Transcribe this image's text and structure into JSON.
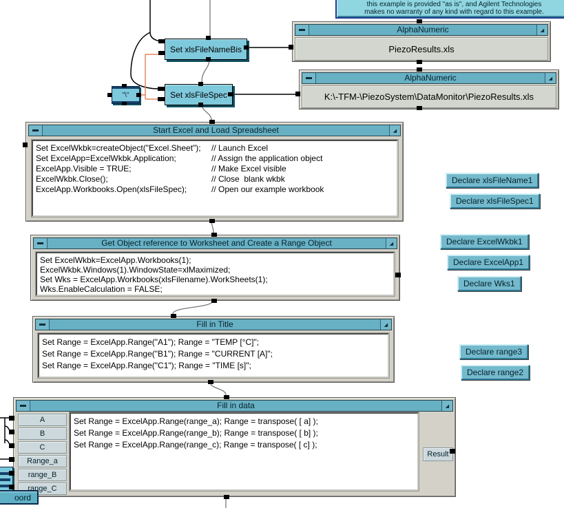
{
  "disclaimer": {
    "line1": "this example is provided \"as is\", and Agilent Technologies",
    "line2": "makes no warranty of any kind with regard to this example."
  },
  "constants": {
    "backslash_label": "\"\\\""
  },
  "formula_blocks": {
    "set_xls_filename_bis": "Set xlsFileNameBis",
    "set_xls_filespec": "Set xlsFileSpec"
  },
  "alphanumeric_filename": {
    "title": "AlphaNumeric",
    "value": "PiezoResults.xls"
  },
  "alphanumeric_filespec": {
    "title": "AlphaNumeric",
    "value": "K:\\-TFM-\\PiezoSystem\\DataMonitor\\PiezoResults.xls"
  },
  "start_excel": {
    "title": "Start Excel and Load Spreadsheet",
    "lines": [
      {
        "code": "Set ExcelWkbk=createObject(\"Excel.Sheet\");",
        "comment": "// Launch Excel"
      },
      {
        "code": "Set ExcelApp=ExcelWkbk.Application;",
        "comment": "// Assign the application object"
      },
      {
        "code": "ExcelApp.Visible = TRUE;",
        "comment": "// Make Excel visible"
      },
      {
        "code": "ExcelWkbk.Close();",
        "comment": "// Close  blank wkbk"
      },
      {
        "code": "ExcelApp.Workbooks.Open(xlsFileSpec);",
        "comment": "// Open our example workbook"
      }
    ]
  },
  "get_object": {
    "title": "Get Object reference to Worksheet and Create a Range Object",
    "lines": [
      "Set ExcelWkbk=ExcelApp.Workbooks(1);",
      "ExcelWkbk.Windows(1).WindowState=xlMaximized;",
      "Set Wks = ExcelApp.Workbooks(xlsFilename).WorkSheets(1);",
      "Wks.EnableCalculation = FALSE;"
    ]
  },
  "fill_title": {
    "title": "Fill in Title",
    "lines": [
      "Set Range = ExcelApp.Range(\"A1\"); Range = \"TEMP [°C]\";",
      "Set Range = ExcelApp.Range(\"B1\"); Range = \"CURRENT [A]\";",
      "Set Range = ExcelApp.Range(\"C1\"); Range = \"TIME [s]\";"
    ]
  },
  "fill_data": {
    "title": "Fill in data",
    "inputs": [
      "A",
      "B",
      "C",
      "Range_a",
      "range_B",
      "range_C"
    ],
    "output": "Result",
    "lines": [
      "Set Range = ExcelApp.Range(range_a); Range = transpose( [ a] );",
      "Set Range = ExcelApp.Range(range_b); Range = transpose( [ b] );",
      "Set Range = ExcelApp.Range(range_c); Range = transpose( [ c] );"
    ]
  },
  "declare_buttons": [
    "Declare xlsFileName1",
    "Declare xlsFileSpec1",
    "Declare ExcelWkbk1",
    "Declare ExcelApp1",
    "Declare Wks1",
    "Declare range3",
    "Declare range2"
  ],
  "partial_button_label": "oord",
  "window_controls": {
    "corner_glyph": "◢"
  },
  "colors": {
    "titlebar": "#68b0c4",
    "block_fill": "#7fc9dc",
    "window_body": "#d4d2c8",
    "wire_data": "#000000",
    "wire_sequence": "#787878",
    "wire_orange": "#e2855e",
    "disclaimer_fill": "#8fd6e0"
  }
}
